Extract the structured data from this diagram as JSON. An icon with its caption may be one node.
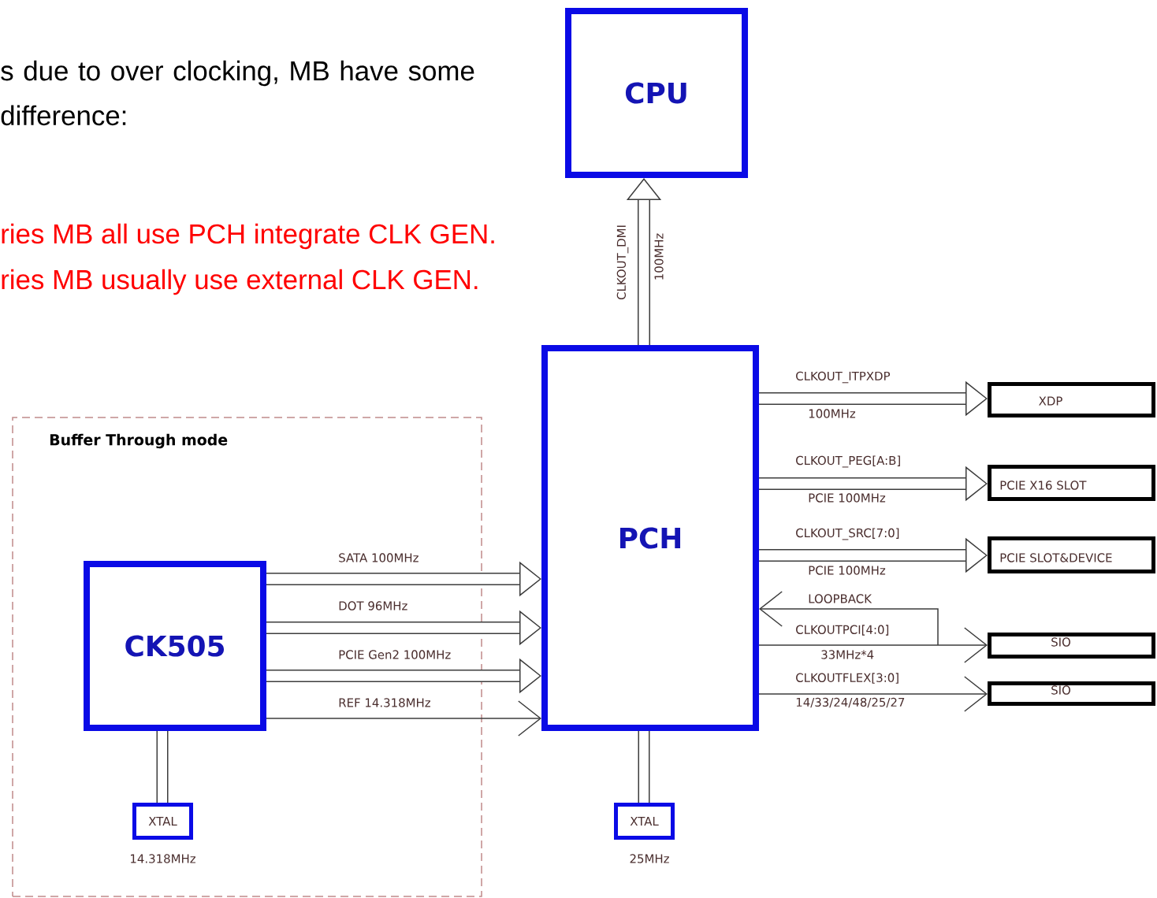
{
  "diagram": {
    "nodes": [
      {
        "text": [
          "CPU"
        ]
      },
      {
        "text": [
          "PCH"
        ]
      },
      {
        "text": [
          "Buffer Through mode"
        ]
      },
      {
        "text": [
          "CK505"
        ],
        "in": 2
      },
      {
        "text": [
          "XTAL"
        ],
        "in": 2,
        "beside": [
          "14.318MHz"
        ]
      },
      {
        "text": [
          "XTAL"
        ],
        "beside": [
          "25MHz"
        ]
      },
      {
        "text": [
          "XDP"
        ]
      },
      {
        "text": [
          "PCIE X16 SLOT"
        ]
      },
      {
        "text": [
          "PCIE SLOT&DEVICE"
        ]
      },
      {
        "text": [
          "SIO"
        ]
      },
      {
        "text": [
          "SIO"
        ]
      }
    ],
    "edges": [
      {
        "from": 1,
        "to": 0,
        "arrow": "to",
        "label": "CLKOUT_DMI"
      },
      {
        "from": 3,
        "to": 1,
        "arrow": "to",
        "label": "SATA 100MHz"
      },
      {
        "from": 3,
        "to": 1,
        "arrow": "to",
        "label": "DOT 96MHz"
      },
      {
        "from": 3,
        "to": 1,
        "arrow": "to",
        "label": "PCIE Gen2 100MHz"
      },
      {
        "from": 3,
        "to": 1,
        "arrow": "to",
        "label": "REF 14.318MHz"
      },
      {
        "from": 3,
        "to": 4,
        "arrow": "none"
      },
      {
        "from": 1,
        "to": 5,
        "arrow": "none"
      },
      {
        "from": 1,
        "to": 6,
        "arrow": "to",
        "label": "CLKOUT_ITPXDP"
      },
      {
        "from": 1,
        "to": 7,
        "arrow": "to",
        "label": "CLKOUT_PEG[A:B]"
      },
      {
        "from": 1,
        "to": 8,
        "arrow": "to",
        "label": "CLKOUT_SRC[7:0]"
      },
      {
        "from": null,
        "to": 1,
        "arrow": "to",
        "label": "LOOPBACK"
      },
      {
        "from": 1,
        "to": 9,
        "arrow": "to",
        "label": "CLKOUTPCI[4:0]"
      },
      {
        "from": 1,
        "to": 10,
        "arrow": "to",
        "label": "CLKOUTFLEX[3:0]"
      }
    ],
    "labels": [
      "s due to over clocking, MB have some difference:",
      "ries MB all use PCH integrate CLK GEN.",
      "ries MB usually use external CLK GEN.",
      "100MHz",
      "100MHz",
      "PCIE 100MHz",
      "PCIE 100MHz",
      "33MHz*4",
      "14/33/24/48/25/27"
    ]
  }
}
